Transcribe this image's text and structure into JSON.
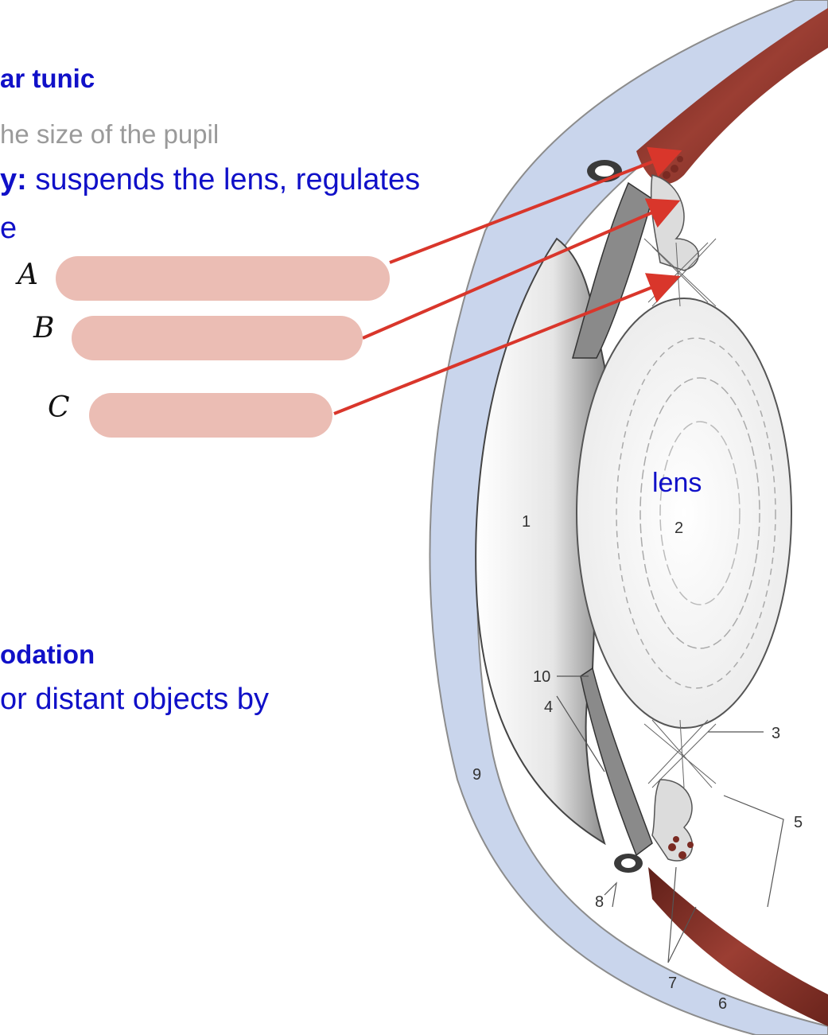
{
  "headings": {
    "tunic": "ar tunic",
    "accommodation": "odation"
  },
  "lines": {
    "iris": "he size of the pupil",
    "ciliary_prefix": "y:",
    "ciliary_text": " suspends the lens, regulates",
    "ciliary_cont": "e",
    "accommodation_text": "or distant objects by"
  },
  "blank_labels": [
    "A",
    "B",
    "C"
  ],
  "lens_label": "lens",
  "figure_numbers": {
    "n1": "1",
    "n2": "2",
    "n3": "3",
    "n4": "4",
    "n5": "5",
    "n6": "6",
    "n7": "7",
    "n8": "8",
    "n9": "9",
    "n10": "10"
  },
  "colors": {
    "text_blue": "#1010c8",
    "arrow_red": "#d9362b",
    "pill_fill": "#ebbdb4",
    "sclera_fill": "#c9d5ec",
    "muscle_red": "#7a2a22"
  }
}
